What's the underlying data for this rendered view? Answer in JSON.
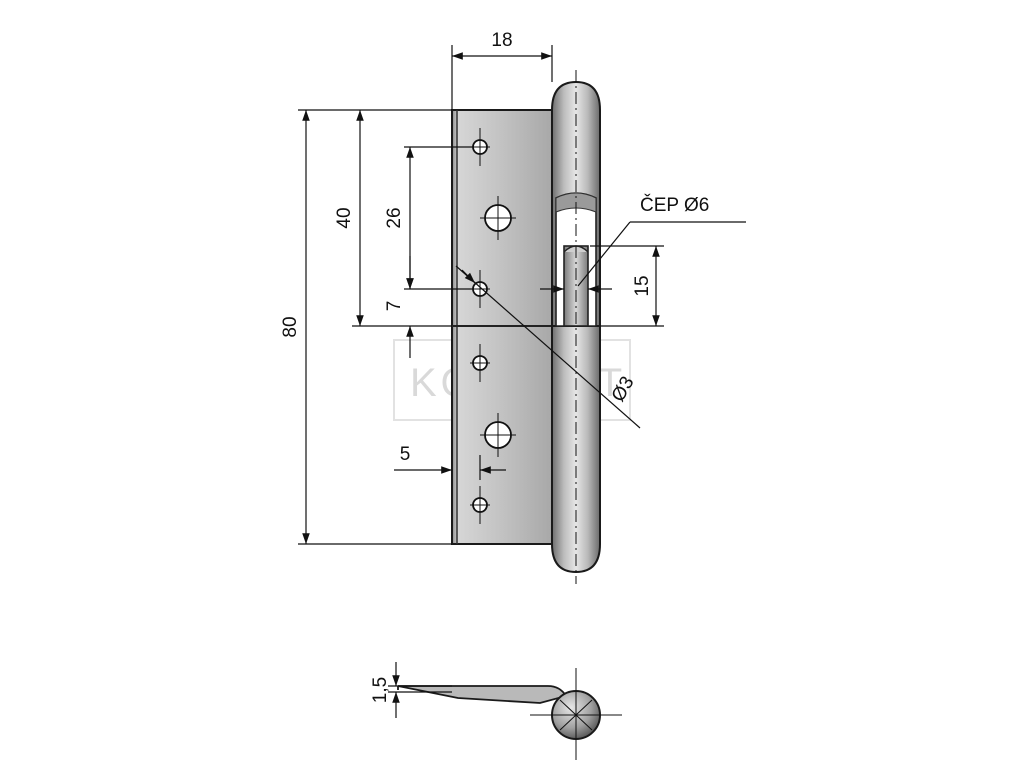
{
  "drawing": {
    "dimensions": {
      "width_top": "18",
      "height_overall": "80",
      "height_half": "40",
      "hole_spacing": "26",
      "hole_offset": "7",
      "hole_edge": "5",
      "pin_length": "15",
      "pin_label": "ČEP Ø6",
      "hole_diameter": "Ø3",
      "thickness": "1,5"
    },
    "watermark": "KOVANET",
    "colors": {
      "line": "#111111",
      "plate": "#c8c8c8",
      "barrel": "#b4b4b4"
    }
  }
}
